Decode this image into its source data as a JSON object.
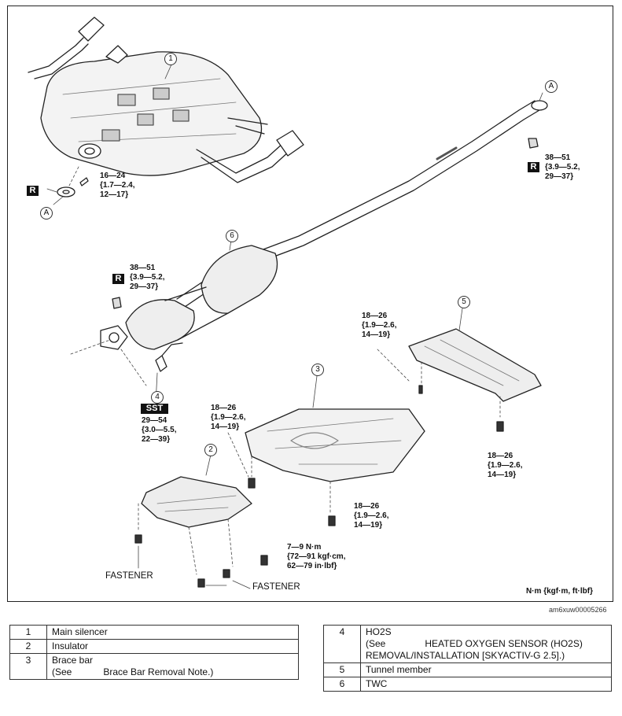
{
  "diagram": {
    "callouts": [
      "1",
      "2",
      "3",
      "4",
      "5",
      "6"
    ],
    "ref_marks": [
      "A",
      "A"
    ],
    "badges": {
      "r": "R",
      "sst": "SST"
    },
    "torques": {
      "silencer_bolt": [
        "16—24",
        "{1.7—2.4,",
        "12—17}"
      ],
      "flange_nut_a": [
        "38—51",
        "{3.9—5.2,",
        "29—37}"
      ],
      "twc_nut": [
        "38—51",
        "{3.9—5.2,",
        "29—37}"
      ],
      "ho2s": [
        "29—54",
        "{3.0—5.5,",
        "22—39}"
      ],
      "tunnel_upper": [
        "18—26",
        "{1.9—2.6,",
        "14—19}"
      ],
      "tunnel_lower": [
        "18—26",
        "{1.9—2.6,",
        "14—19}"
      ],
      "brace_left": [
        "18—26",
        "{1.9—2.6,",
        "14—19}"
      ],
      "brace_lower": [
        "18—26",
        "{1.9—2.6,",
        "14—19}"
      ],
      "insulator": [
        "7—9 N·m",
        "{72—91 kgf·cm,",
        "62—79 in·lbf}"
      ]
    },
    "fastener_labels": [
      "FASTENER",
      "FASTENER"
    ],
    "units": "N·m {kgf·m, ft·lbf}",
    "figure_id": "am6xuw00005266"
  },
  "parts_left": [
    {
      "num": "1",
      "name": "Main silencer",
      "note": ""
    },
    {
      "num": "2",
      "name": "Insulator",
      "note": ""
    },
    {
      "num": "3",
      "name": "Brace bar",
      "note": "(See            Brace Bar Removal Note.)"
    }
  ],
  "parts_right": [
    {
      "num": "4",
      "name": "HO2S",
      "note": "(See               HEATED OXYGEN SENSOR (HO2S) REMOVAL/INSTALLATION [SKYACTIV-G 2.5].)"
    },
    {
      "num": "5",
      "name": "Tunnel member",
      "note": ""
    },
    {
      "num": "6",
      "name": "TWC",
      "note": ""
    }
  ]
}
